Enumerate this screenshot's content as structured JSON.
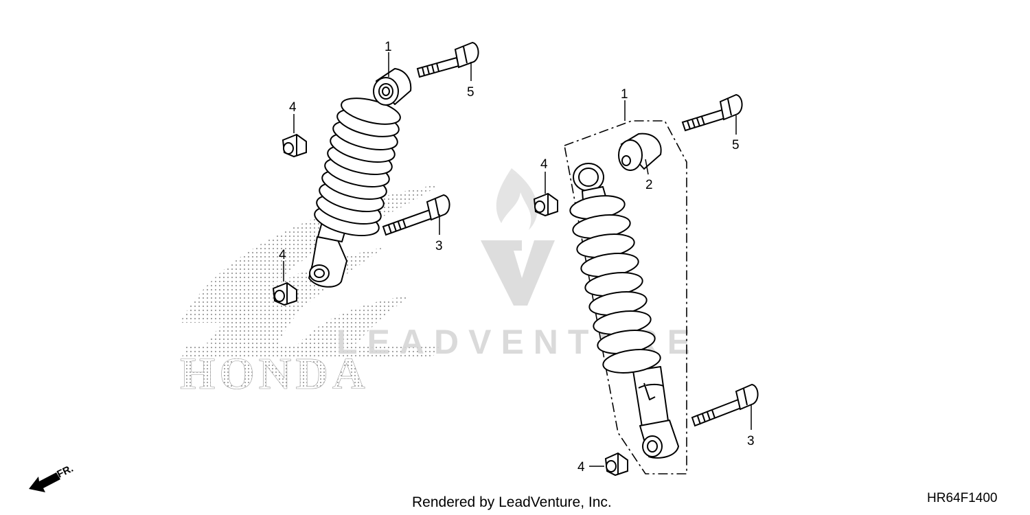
{
  "diagram": {
    "callouts": {
      "left_shock": "1",
      "left_bolt_top": "5",
      "left_nut_top": "4",
      "left_bolt_bottom": "3",
      "left_nut_bottom": "4",
      "right_shock": "1",
      "right_bushing": "2",
      "right_bolt_top": "5",
      "right_nut_top": "4",
      "right_bolt_bottom": "3",
      "right_nut_bottom": "4"
    },
    "brand_logo_text": "HONDA",
    "watermark_text": "LEADVENTURE",
    "direction_label": "FR.",
    "credit": "Rendered by LeadVenture, Inc.",
    "diagram_ref": "HR64F1400"
  },
  "colors": {
    "ink": "#000000",
    "background": "#ffffff",
    "watermark": "#d6d6d6",
    "halftone": "#9a9a9a"
  }
}
